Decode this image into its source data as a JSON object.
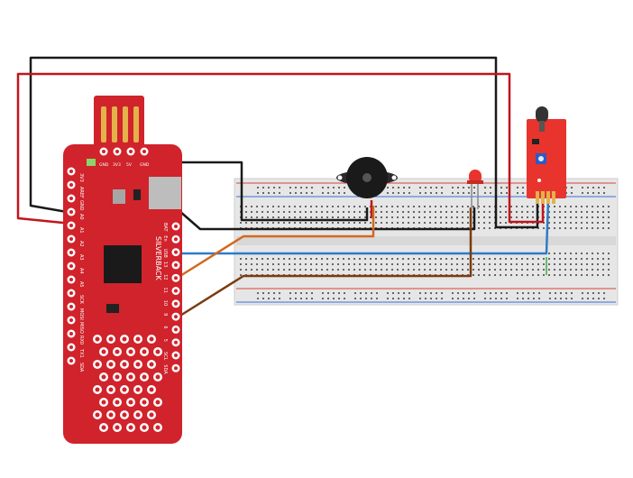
{
  "board": {
    "brand": "SILVERBACK",
    "left_pins": [
      "3V3",
      "AREF",
      "GND",
      "A0",
      "A1",
      "A2",
      "A3",
      "A4",
      "A5",
      "SCK",
      "MOSI",
      "MISO",
      "RX0",
      "TX1",
      "SDA"
    ],
    "right_pins": [
      "BAT",
      "En",
      "USB",
      "13",
      "12",
      "11",
      "10",
      "9",
      "6",
      "5",
      "SCL",
      "SDA"
    ],
    "top_pins": [
      "GND",
      "3V3",
      "5V",
      "GND"
    ]
  },
  "colors": {
    "board": "#d0232b",
    "board_dark": "#a8151c",
    "wire_black": "#1a1a1a",
    "wire_red": "#c0161c",
    "wire_blue": "#2e7bc8",
    "wire_orange": "#d2691e",
    "wire_brown": "#7a3b12",
    "breadboard": "#e8e8e8",
    "rail_red": "#d9423a",
    "rail_blue": "#3a6fd9",
    "led": "#e8342d",
    "sensor": "#e8342d"
  },
  "components": {
    "microcontroller": "silverback-board",
    "breadboard": "half-size-breadboard",
    "buzzer": "piezo-buzzer",
    "led": "red-led",
    "sensor": "flame-sensor-module"
  }
}
